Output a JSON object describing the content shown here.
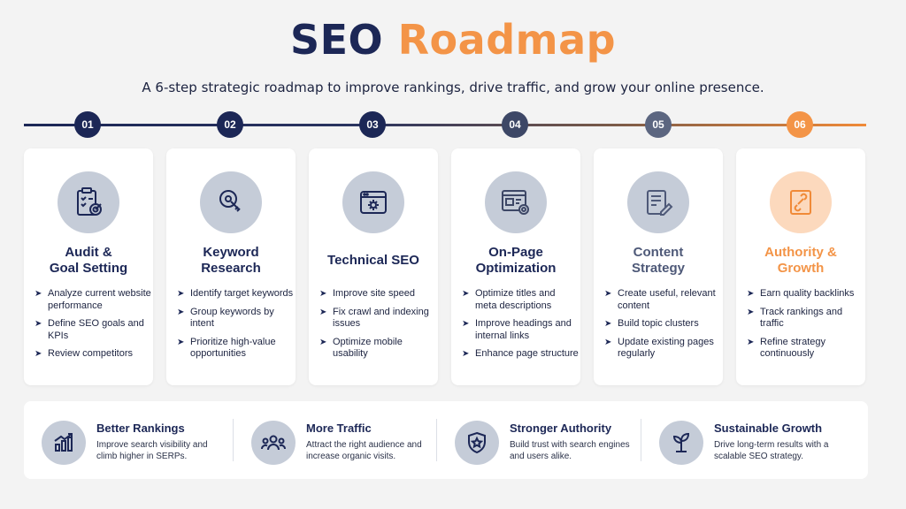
{
  "header": {
    "title_part1": "SEO",
    "title_part2": "Roadmap",
    "subtitle": "A 6-step strategic roadmap to improve rankings, drive traffic, and grow your online presence."
  },
  "colors": {
    "navy": "#1c2756",
    "slate": "#3d4766",
    "grey_blue": "#5c6680",
    "orange": "#f39447",
    "icon_circle": "#c5ccd8",
    "icon_circle_orange": "#fcd9bd",
    "background": "#f3f3f3"
  },
  "steps": [
    {
      "number": "01",
      "icon": "audit-clipboard-target-icon",
      "title": "Audit &\nGoal Setting",
      "items": [
        "Analyze current website performance",
        "Define SEO goals and KPIs",
        "Review competitors"
      ]
    },
    {
      "number": "02",
      "icon": "keyword-search-key-icon",
      "title": "Keyword\nResearch",
      "items": [
        "Identify target keywords",
        "Group keywords by intent",
        "Prioritize high-value opportunities"
      ]
    },
    {
      "number": "03",
      "icon": "browser-gear-icon",
      "title": "Technical SEO",
      "items": [
        "Improve site speed",
        "Fix crawl and indexing issues",
        "Optimize mobile usability"
      ]
    },
    {
      "number": "04",
      "icon": "webpage-gear-icon",
      "title": "On-Page\nOptimization",
      "items": [
        "Optimize titles and meta descriptions",
        "Improve headings and internal links",
        "Enhance page structure"
      ]
    },
    {
      "number": "05",
      "icon": "document-pencil-icon",
      "title": "Content\nStrategy",
      "items": [
        "Create useful, relevant content",
        "Build topic clusters",
        "Update existing pages regularly"
      ]
    },
    {
      "number": "06",
      "icon": "link-document-icon",
      "title": "Authority &\nGrowth",
      "items": [
        "Earn quality backlinks",
        "Track rankings and traffic",
        "Refine strategy continuously"
      ]
    }
  ],
  "benefits": [
    {
      "icon": "bar-chart-growth-icon",
      "title": "Better Rankings",
      "description": "Improve search visibility and climb higher in SERPs."
    },
    {
      "icon": "people-group-icon",
      "title": "More Traffic",
      "description": "Attract the right audience and increase organic visits."
    },
    {
      "icon": "shield-star-icon",
      "title": "Stronger Authority",
      "description": "Build trust with search engines and users alike."
    },
    {
      "icon": "plant-sprout-icon",
      "title": "Sustainable Growth",
      "description": "Drive long-term results with a scalable SEO strategy."
    }
  ]
}
